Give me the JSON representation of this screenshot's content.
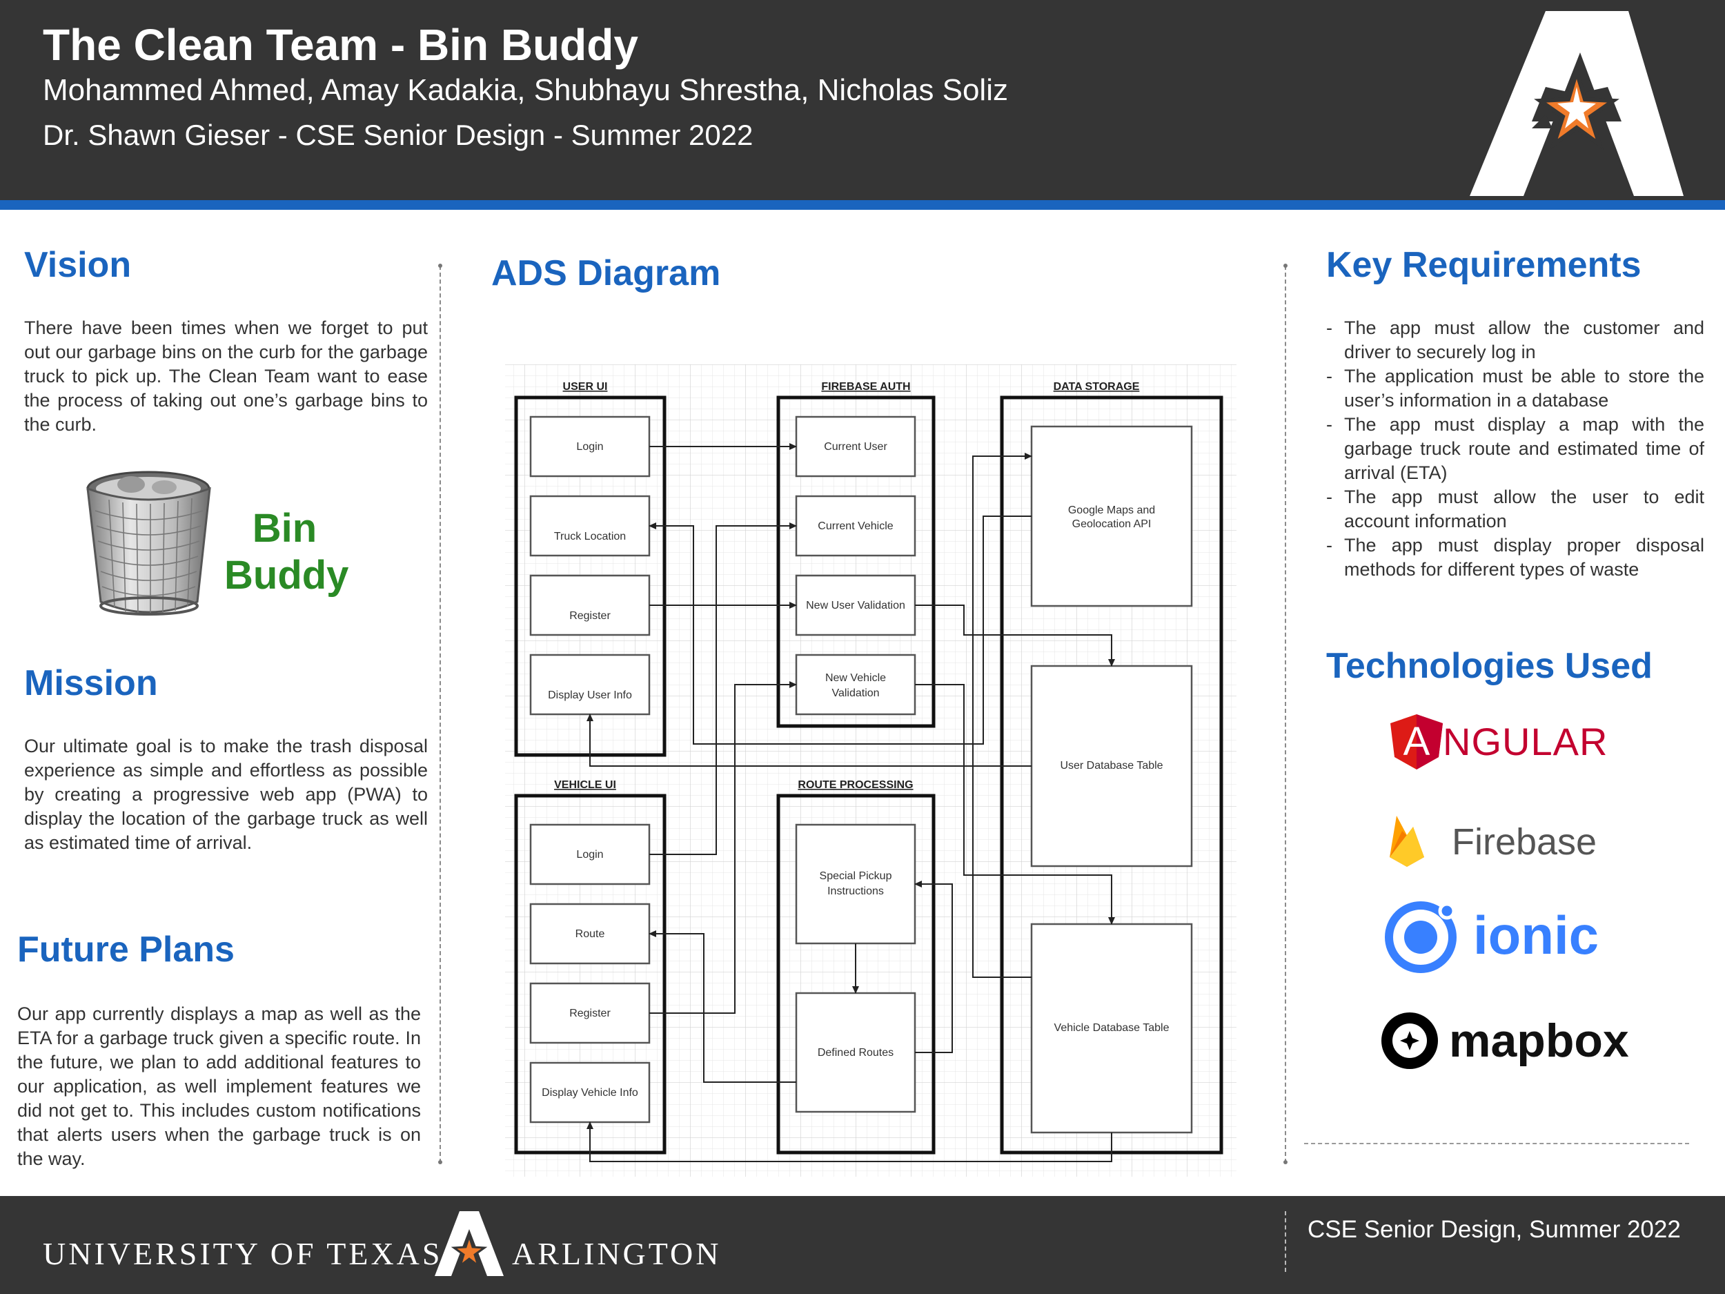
{
  "header": {
    "title": "The Clean Team - Bin Buddy",
    "authors": "Mohammed Ahmed, Amay Kadakia, Shubhayu Shrestha, Nicholas Soliz",
    "advisor": "Dr. Shawn Gieser - CSE Senior Design - Summer 2022"
  },
  "vision": {
    "heading": "Vision",
    "text": "There have been times when we forget to put out our garbage bins on the curb for the garbage truck to pick up. The Clean Team want to ease the process of taking out one’s garbage bins to the curb.",
    "logo_line1": "Bin",
    "logo_line2": "Buddy"
  },
  "mission": {
    "heading": "Mission",
    "text": "Our ultimate goal is to make the trash disposal experience as simple and effortless as possible by creating a progressive web app (PWA) to display the location of the garbage truck as well as estimated time of arrival."
  },
  "future": {
    "heading": "Future Plans",
    "text": "Our app currently displays a map as well as the ETA for a garbage truck given a specific route. In the future, we plan to add additional features to our application, as well implement features we did not get to. This includes custom notifications that alerts users when the garbage truck is on the way."
  },
  "diagram": {
    "heading": "ADS Diagram",
    "groups": {
      "user_ui": "USER UI",
      "firebase_auth": "FIREBASE AUTH",
      "data_storage": "DATA STORAGE",
      "vehicle_ui": "VEHICLE UI",
      "route_processing": "ROUTE PROCESSING"
    },
    "boxes": {
      "user_login": "Login",
      "truck_location": "Truck Location",
      "user_register": "Register",
      "display_user_info": "Display User Info",
      "current_user": "Current User",
      "current_vehicle": "Current Vehicle",
      "new_user_validation": "New User Validation",
      "new_vehicle_validation_1": "New Vehicle",
      "new_vehicle_validation_2": "Validation",
      "google_maps_1": "Google Maps and",
      "google_maps_2": "Geolocation API",
      "user_db": "User Database Table",
      "vehicle_db": "Vehicle Database Table",
      "vehicle_login": "Login",
      "route": "Route",
      "vehicle_register": "Register",
      "display_vehicle_info": "Display Vehicle Info",
      "special_pickup_1": "Special Pickup",
      "special_pickup_2": "Instructions",
      "defined_routes": "Defined Routes"
    }
  },
  "requirements": {
    "heading": "Key Requirements",
    "items": [
      "The app must allow the customer and driver to securely log in",
      "The application must be able to store the user’s information in a database",
      "The app must display a map with the garbage truck route and estimated time of arrival (ETA)",
      "The app must allow the user to edit account information",
      "The app must display proper disposal methods for different types of waste"
    ]
  },
  "technologies": {
    "heading": "Technologies Used",
    "angular": "NGULAR",
    "angular_letter": "A",
    "firebase": "Firebase",
    "ionic": "ionic",
    "mapbox": "mapbox"
  },
  "footer": {
    "university_left": "UNIVERSITY OF TEXAS",
    "university_right": "ARLINGTON",
    "right_text": "CSE Senior Design, Summer 2022"
  },
  "colors": {
    "header_bg": "#353535",
    "accent_blue": "#1a64be",
    "bin_buddy_green": "#2a8a25",
    "uta_orange": "#f07b2a"
  }
}
